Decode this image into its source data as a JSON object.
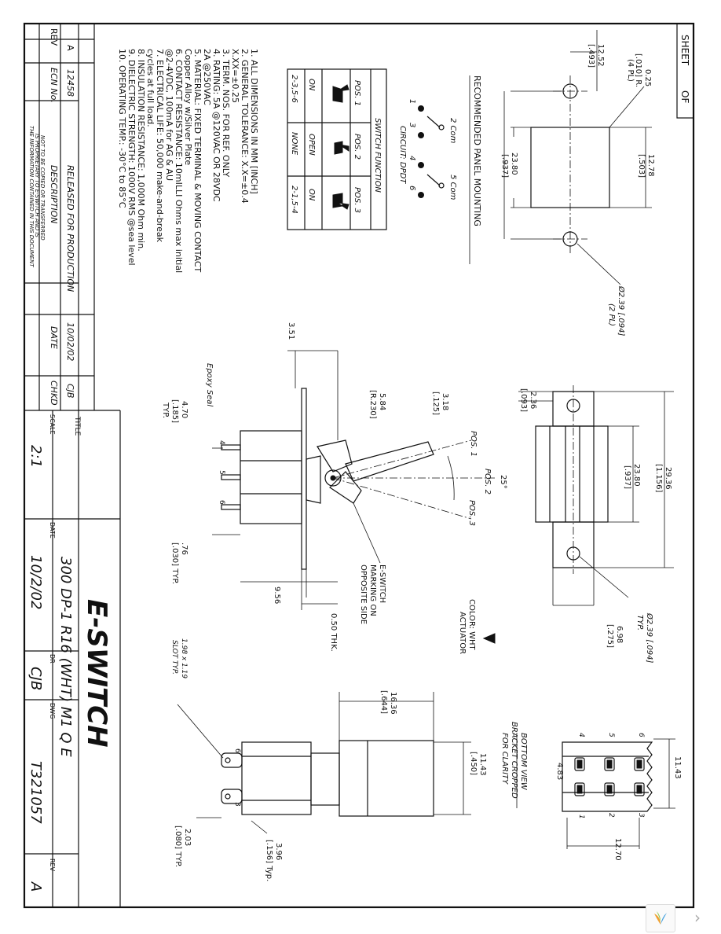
{
  "sheet": {
    "label": "SHEET",
    "of": "OF"
  },
  "revision_table": {
    "headers": {
      "rev": "REV",
      "ecn": "ECN No.",
      "description": "DESCRIPTION",
      "date": "DATE",
      "chkd": "CHKD"
    },
    "row": {
      "rev": "A",
      "ecn": "12458",
      "description": "RELEASED FOR PRODUCTION",
      "date": "10/02/02",
      "chkd": "CJB"
    }
  },
  "proprietary": [
    "THE INFORMATION CONTAINED IN THIS DOCUMENT",
    "IS PROPRIETARY TO E-SWITCH AND IS",
    "NOT TO BE COPIED OR TRANSFERRED"
  ],
  "notes": [
    "1.  ALL DIMENSIONS IN MM [INCH]",
    "2.  GENERAL TOLERANCE: X.X=±0.4",
    "                                   X.XX=±0.25",
    "3.  TERM. NOS. FOR REF. ONLY",
    "4.  RATING: 5A @120VAC OR 28VDC",
    "                   2A @250VAC",
    "5.  MATERIAL: FIXED TERMINAL & MOVING CONTACT",
    "                     Copper Alloy w/Silver Plate",
    "6.  CONTACT RESISTANCE: 10mILLI Ohms max initial",
    "                     @2-4VDC, 100mA for AG & AU",
    "7.  ELECTRICAL LIFE: 50,000 make-and-break",
    "                     cycles at full load.",
    "8.  INSULATION RESISTANCE: 1,000M Ohm min.",
    "9.  DIELECTRIC STRENGTH: 1000V RMS @sea level",
    "10. OPERATING TEMP.: -30°C to 85°C"
  ],
  "switch_function": {
    "title": "SWITCH FUNCTION",
    "positions": [
      "POS. 1",
      "POS. 2",
      "POS. 3"
    ],
    "connections": [
      "2-3,5-6",
      "NONE",
      "2-1,5-4"
    ],
    "states": [
      "ON",
      "OPEN",
      "ON"
    ]
  },
  "circuit": {
    "label": "CIRCUIT: DPDT",
    "com1": "2 Com",
    "com2": "5 Com",
    "terminals": [
      "1",
      "3",
      "4",
      "6"
    ]
  },
  "panel_mounting": {
    "title": "RECOMMENDED PANEL MOUNTING",
    "dims": [
      "0.25",
      "[.010] R.",
      "(4 PL)",
      "12.52",
      "[.493]",
      "12.78",
      "[.503]",
      "23.80",
      "[.937]",
      "Ø2.39 [.094]",
      "(2 PL)"
    ]
  },
  "top_view": {
    "dims": [
      "29.36",
      "[1.156]",
      "23.80",
      "[.937]",
      "2.36",
      "[.093]",
      "6.98",
      "[.275]",
      "Ø2.39 [.094]",
      "TYP."
    ]
  },
  "side_view": {
    "dims": [
      "3.51",
      "5.84",
      "[R.230]",
      "3.18",
      "[.125]",
      "POS. 1",
      "POS. 2",
      "POS. 3",
      "25°",
      "4.70",
      "[.185]",
      "TYP.",
      ".76",
      "[.030] TYP.",
      "9.56",
      "0.50 THK."
    ],
    "labels": [
      "Epoxy Seal",
      "E-SWITCH",
      "MARKING ON",
      "OPPOSITE SIDE",
      "COLOR: WHT",
      "ACTUATOR"
    ],
    "terminals": [
      "4",
      "5",
      "6"
    ]
  },
  "end_view": {
    "dims": [
      "16.36",
      "[.644]",
      "11.43",
      "[.450]",
      "1.98 x 1.19",
      "SLOT TYP.",
      "2.03",
      "[.080] TYP.",
      "3.96",
      "[.156] Typ."
    ],
    "terminals": [
      "6",
      "3"
    ]
  },
  "bottom_view": {
    "labels": [
      "BOTTOM VIEW",
      "BRACKET CROPPED",
      "FOR CLARITY"
    ],
    "dims": [
      "11.43",
      "4.83",
      "12.70"
    ],
    "terminals": [
      "4",
      "5",
      "6",
      "1",
      "2",
      "3"
    ]
  },
  "title_block": {
    "title_label": "TITLE",
    "title": "300 DP-1 R16 (WHT) M1 Q E",
    "logo": "E-SWITCH",
    "scale_label": "SCALE",
    "scale": "2:1",
    "date_label": "DATE",
    "date": "10/2/02",
    "dr_label": "DR",
    "dr": "CJB",
    "dwg_label": "DWG",
    "dwg": "T321057",
    "rev_label": "REV",
    "rev": "A"
  },
  "viewer": {
    "logo_icon": "viewer-logo-icon",
    "next_icon": "chevron-right-icon",
    "next": "›"
  }
}
